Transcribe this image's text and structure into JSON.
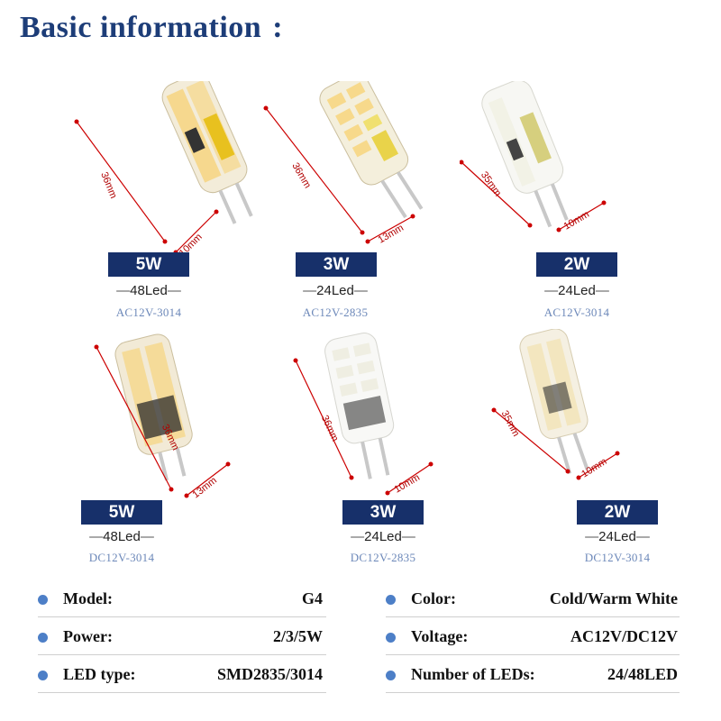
{
  "header": {
    "title": "Basic information",
    "colon": ":"
  },
  "products": [
    {
      "watt": "5W",
      "leds": "48Led",
      "spec": "AC12V-3014",
      "length": "36mm",
      "width": "10mm",
      "tone": "warm"
    },
    {
      "watt": "3W",
      "leds": "24Led",
      "spec": "AC12V-2835",
      "length": "36mm",
      "width": "13mm",
      "tone": "warm"
    },
    {
      "watt": "2W",
      "leds": "24Led",
      "spec": "AC12V-3014",
      "length": "35mm",
      "width": "10mm",
      "tone": "cold"
    },
    {
      "watt": "5W",
      "leds": "48Led",
      "spec": "DC12V-3014",
      "length": "36mm",
      "width": "13mm",
      "tone": "warm"
    },
    {
      "watt": "3W",
      "leds": "24Led",
      "spec": "DC12V-2835",
      "length": "36mm",
      "width": "10mm",
      "tone": "cold"
    },
    {
      "watt": "2W",
      "leds": "24Led",
      "spec": "DC12V-3014",
      "length": "35mm",
      "width": "10mm",
      "tone": "warm"
    }
  ],
  "info": [
    {
      "label": "Model:",
      "value": "G4"
    },
    {
      "label": "Color:",
      "value": "Cold/Warm White"
    },
    {
      "label": "Power:",
      "value": "2/3/5W"
    },
    {
      "label": "Voltage:",
      "value": "AC12V/DC12V"
    },
    {
      "label": "LED type:",
      "value": "SMD2835/3014"
    },
    {
      "label": "Number of LEDs:",
      "value": "24/48LED"
    }
  ],
  "colors": {
    "title": "#1d3d78",
    "badge": "#17306a",
    "spec": "#6c88b9",
    "dimension": "#b00000",
    "bullet": "#4d7fc7"
  }
}
